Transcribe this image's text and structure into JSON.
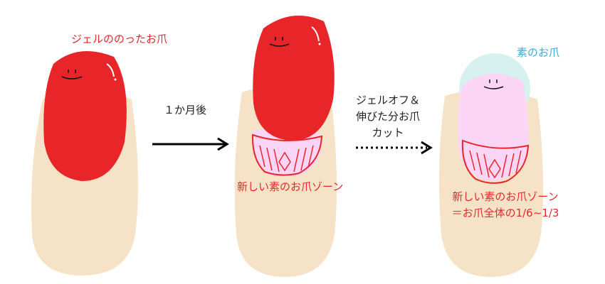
{
  "labels": {
    "gel_nail": "ジェルののったお爪",
    "one_month": "１か月後",
    "gel_off": [
      "ジェルオフ＆",
      "伸びた分お爪",
      "カット"
    ],
    "new_zone_middle": "新しい素のお爪ゾーン",
    "bare_nail": "素のお爪",
    "new_zone_right": [
      "新しい素のお爪ゾーン",
      "＝お爪全体の1/6~1/3"
    ]
  },
  "colors": {
    "skin": "#F6E2C6",
    "gel": "#E8262A",
    "pink": "#FBD5F5",
    "bare": "#D7F1F1",
    "blue_text": "#3BA9E0"
  }
}
